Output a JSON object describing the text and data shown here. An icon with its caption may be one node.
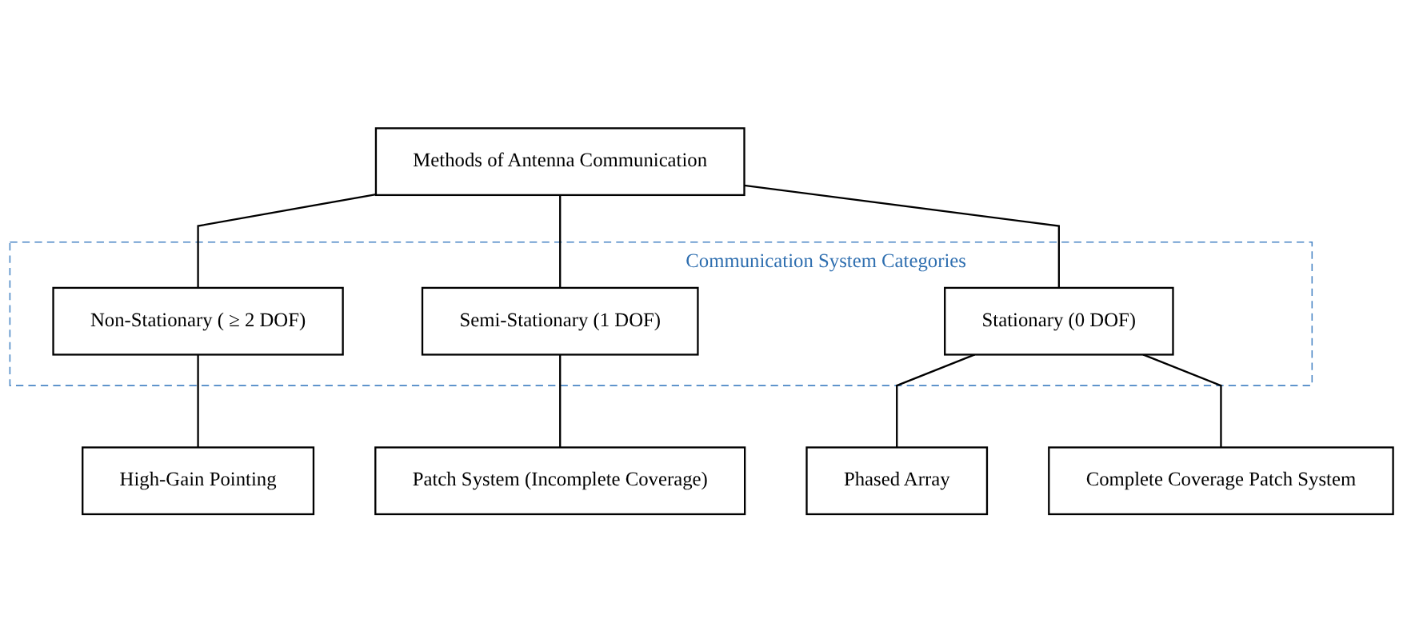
{
  "diagram": {
    "nodes": [
      {
        "text": [
          "Methods of Antenna Communication"
        ]
      },
      {
        "text": [
          "Communication System Categories"
        ]
      },
      {
        "text": [
          "Non-Stationary ( ≥ 2 DOF)"
        ],
        "in": 1
      },
      {
        "text": [
          "Semi-Stationary (1 DOF)"
        ],
        "in": 1
      },
      {
        "text": [
          "Stationary (0 DOF)"
        ],
        "in": 1
      },
      {
        "text": [
          "High-Gain Pointing"
        ]
      },
      {
        "text": [
          "Patch System (Incomplete Coverage)"
        ]
      },
      {
        "text": [
          "Phased Array"
        ]
      },
      {
        "text": [
          "Complete Coverage Patch System"
        ]
      }
    ],
    "edges": [
      {
        "from": 0,
        "to": 2,
        "arrow": "none"
      },
      {
        "from": 0,
        "to": 3,
        "arrow": "none"
      },
      {
        "from": 0,
        "to": 4,
        "arrow": "none"
      },
      {
        "from": 2,
        "to": 5,
        "arrow": "none"
      },
      {
        "from": 3,
        "to": 6,
        "arrow": "none"
      },
      {
        "from": 4,
        "to": 7,
        "arrow": "none"
      },
      {
        "from": 4,
        "to": 8,
        "arrow": "none"
      }
    ]
  }
}
